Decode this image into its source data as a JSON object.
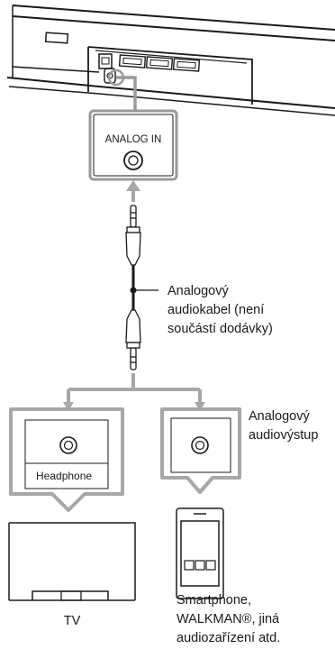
{
  "device": {
    "port_label": "ANALOG IN"
  },
  "cable": {
    "label_lines": [
      "Analogový",
      "audiokabel (není",
      "součástí dodávky)"
    ]
  },
  "sources": {
    "output_label_lines": [
      "Analogový",
      "audiovýstup"
    ],
    "headphone_label": "Headphone",
    "tv_label": "TV",
    "other_label_lines": [
      "Smartphone,",
      "WALKMAN®, jiná",
      "audiozařízení atd."
    ]
  },
  "colors": {
    "line": "#1a1a1a",
    "connector_gray": "#a7a7a7",
    "panel_gray": "#9a9a9a",
    "background": "#ffffff"
  }
}
